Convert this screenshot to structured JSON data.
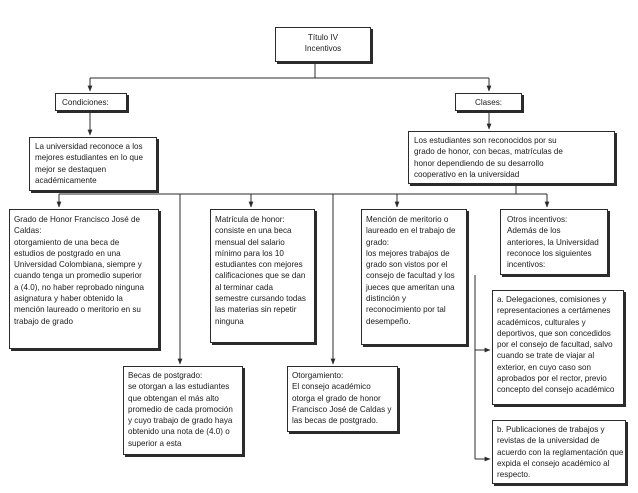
{
  "title": {
    "line1": "Título IV",
    "line2": "Incentivos"
  },
  "condiciones": {
    "label": "Condiciones:",
    "text": "La universidad reconoce a los\nmejores estudiantes en lo que\nmejor se destaquen\nacadémicamente"
  },
  "clases": {
    "label": "Clases:",
    "text": "Los estudiantes son reconocidos por su\ngrado de honor, con becas, matrículas de\nhonor dependiendo de su desarrollo\ncooperativo en la universidad"
  },
  "grado_honor": "Grado de Honor Francisco José de\nCaldas:\notorgamiento de una beca de\nestudios de postgrado en una\nUniversidad Colombiana, siempre y\ncuando tenga un promedio superior\na (4.0), no haber reprobado ninguna\nasignatura y haber obtenido la\nmención laureado o meritorio en su\ntrabajo de grado",
  "becas_postgrado": "Becas de postgrado:\nse otorgan a las estudiantes\nque obtengan el más alto\npromedio de cada promoción\ny cuyo trabajo de grado haya\nobtenido una nota de (4.0) o\nsuperior a esta",
  "matricula_honor": "Matrícula de honor:\nconsiste en una beca\nmensual del salario\nmínimo para los 10\nestudiantes con mejores\ncalificaciones que se dan\nal terminar cada\nsemestre cursando todas\nlas materias sin repetir\nninguna",
  "otorgamiento": "Otorgamiento:\nEl consejo académico\notorga el grado de honor\nFrancisco José de Caldas y\nlas becas de postgrado.",
  "mencion": "Mención de meritorio o\nlaureado en el trabajo de\ngrado:\nlos mejores trabajos de\ngrado son vistos por el\nconsejo de facultad y los\njueces que ameritan una\ndistinción y\nreconocimiento por tal\ndesempeño.",
  "otros": "Otros incentivos:\nAdemás de los\nanteriores, la Universidad\nreconoce los siguientes\nincentivos:",
  "otros_a": "a. Delegaciones, comisiones y\nrepresentaciones a certámenes\nacadémicos, culturales y\ndeportivos, que son concedidos\npor el consejo de facultad, salvo\ncuando se trate de viajar al\nexterior, en cuyo caso son\naprobados por el rector, previo\nconcepto del consejo académico",
  "otros_b": "b. Publicaciones de trabajos y\nrevistas de la universidad de\nacuerdo con la reglamentación que\nexpida el consejo académico al\nrespecto."
}
